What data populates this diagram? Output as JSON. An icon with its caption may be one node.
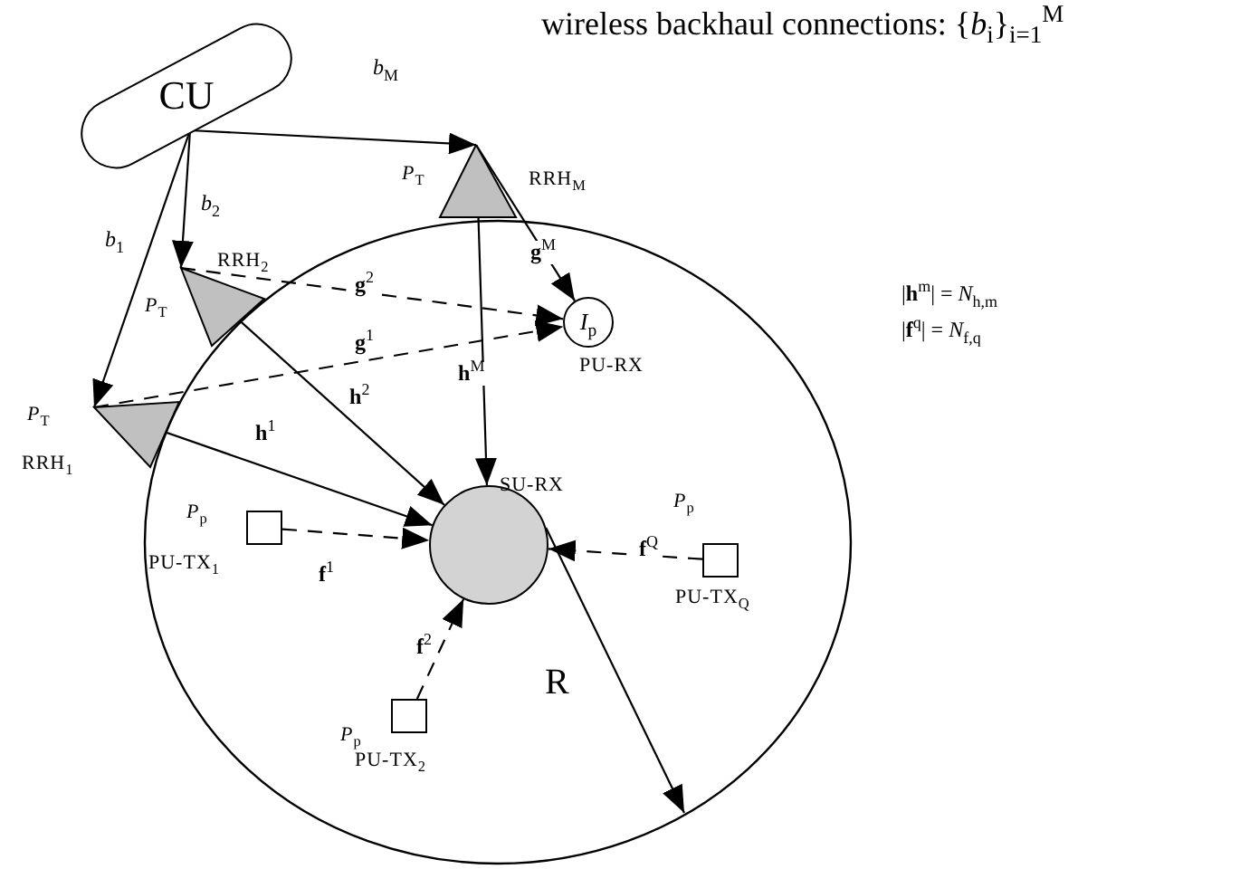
{
  "diagram": {
    "title": "wireless backhaul connections: {*b*$_{i}$}$_{i=1}$$^{M}$",
    "nodes": [
      {
        "text": [
          "CU"
        ]
      },
      {
        "text": [],
        "shape": "triangle",
        "beside": [
          "*P*$_{T}$",
          "RRH$_{M}$"
        ]
      },
      {
        "text": [],
        "shape": "triangle",
        "beside": [
          "*P*$_{T}$",
          "RRH$_{2}$"
        ]
      },
      {
        "text": [],
        "shape": "triangle",
        "beside": [
          "*P*$_{T}$",
          "RRH$_{1}$"
        ]
      },
      {
        "text": [],
        "shape": "circle"
      },
      {
        "text": [
          "*I*$_{p}$"
        ],
        "in": 4,
        "beside": [
          "PU-RX"
        ]
      },
      {
        "text": [],
        "shape": "circle",
        "in": 4,
        "beside": [
          "SU-RX"
        ]
      },
      {
        "text": [],
        "shape": "box",
        "in": 4,
        "beside": [
          "*P*$_{p}$",
          "PU-TX$_{1}$"
        ]
      },
      {
        "text": [],
        "shape": "box",
        "in": 4,
        "beside": [
          "*P*$_{p}$",
          "PU-TX$_{2}$"
        ]
      },
      {
        "text": [],
        "shape": "box",
        "in": 4,
        "beside": [
          "*P*$_{p}$",
          "PU-TX$_{Q}$"
        ]
      }
    ],
    "edges": [
      {
        "from": 0,
        "to": 1,
        "arrow": "to",
        "label": "*b*$_{M}$"
      },
      {
        "from": 0,
        "to": 2,
        "arrow": "to",
        "label": "*b*$_{2}$"
      },
      {
        "from": 0,
        "to": 3,
        "arrow": "to",
        "label": "*b*$_{1}$"
      },
      {
        "from": 1,
        "to": 5,
        "arrow": "to",
        "label": "**g**$^{M}$"
      },
      {
        "from": 2,
        "to": 5,
        "arrow": "to",
        "label": "**g**$^{2}$",
        "style": "dashed"
      },
      {
        "from": 3,
        "to": 5,
        "arrow": "to",
        "label": "**g**$^{1}$",
        "style": "dashed"
      },
      {
        "from": 1,
        "to": 6,
        "arrow": "to",
        "label": "**h**$^{M}$"
      },
      {
        "from": 2,
        "to": 6,
        "arrow": "to",
        "label": "**h**$^{2}$"
      },
      {
        "from": 3,
        "to": 6,
        "arrow": "to",
        "label": "**h**$^{1}$"
      },
      {
        "from": 7,
        "to": 6,
        "arrow": "to",
        "label": "**f**$^{1}$",
        "style": "dashed"
      },
      {
        "from": 8,
        "to": 6,
        "arrow": "to",
        "label": "**f**$^{2}$",
        "style": "dashed"
      },
      {
        "from": 9,
        "to": 6,
        "arrow": "to",
        "label": "**f**$^{Q}$",
        "style": "dashed"
      },
      {
        "from": 6,
        "to": 4,
        "arrow": "to",
        "label": "R"
      }
    ],
    "labels": [
      "|**h**$^{m}$| = *N*$_{h,m}$",
      "|**f**$^{q}$| = *N*$_{f,q}$"
    ]
  }
}
